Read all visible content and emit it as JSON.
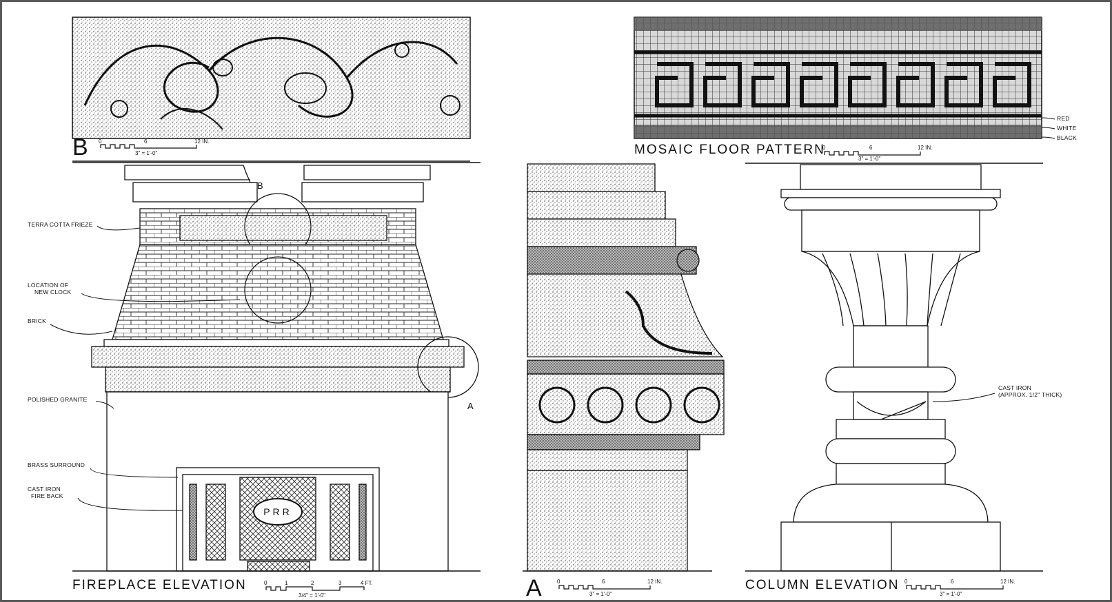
{
  "frieze_detail": {
    "letter": "B",
    "scale": {
      "ticks": [
        "0",
        "6",
        "12 IN."
      ],
      "ratio": "3\" = 1'-0\""
    }
  },
  "mosaic": {
    "title": "MOSAIC FLOOR PATTERN",
    "scale": {
      "ticks": [
        "0",
        "6",
        "12 IN."
      ],
      "ratio": "3\" = 1'-0\""
    },
    "legend": [
      "RED",
      "WHITE",
      "BLACK"
    ]
  },
  "fireplace": {
    "title": "FIREPLACE ELEVATION",
    "scale": {
      "ticks": [
        "0",
        "1",
        "2",
        "3",
        "4 FT."
      ],
      "ratio": "3/4\" = 1'-0\""
    },
    "callouts": {
      "frieze": "TERRA COTTA FRIEZE",
      "clock_1": "LOCATION OF",
      "clock_2": "NEW CLOCK",
      "brick": "BRICK",
      "granite": "POLISHED GRANITE",
      "brass": "BRASS SURROUND",
      "iron_1": "CAST IRON",
      "iron_2": "FIRE BACK"
    },
    "detail_marks": {
      "b": "B",
      "a": "A"
    },
    "monogram": "PRR"
  },
  "detail_a": {
    "letter": "A",
    "scale": {
      "ticks": [
        "0",
        "6",
        "12 IN."
      ],
      "ratio": "3\" = 1'-0\""
    }
  },
  "column": {
    "title": "COLUMN ELEVATION",
    "scale": {
      "ticks": [
        "0",
        "6",
        "12 IN."
      ],
      "ratio": "3\" = 1'-0\""
    },
    "callout_1": "CAST IRON",
    "callout_2": "(APPROX. 1/2\" THICK)"
  }
}
